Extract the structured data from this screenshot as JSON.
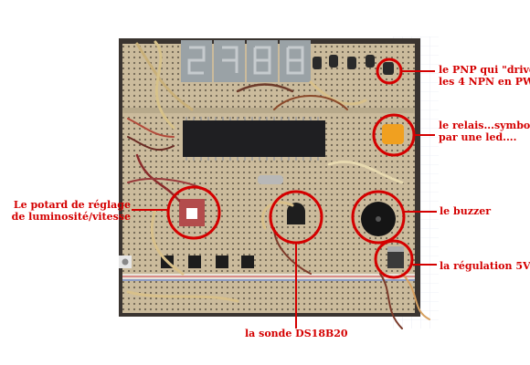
{
  "annotations": {
    "pnp": {
      "line1": "le PNP qui \"drive\"",
      "line2": "les 4 NPN en PWM"
    },
    "relay": {
      "line1": "le relais...symbolisé",
      "line2": "par une led...."
    },
    "buzzer": {
      "text": "le buzzer"
    },
    "regulation": {
      "text": "la régulation 5V"
    },
    "pot": {
      "line1": "Le potard de réglage",
      "line2": "de luminosité/vitesse"
    },
    "probe": {
      "text": "la sonde DS18B20"
    }
  },
  "colors": {
    "annotation": "#d40000",
    "board": "#c9b99a",
    "background": "#ffffff"
  }
}
